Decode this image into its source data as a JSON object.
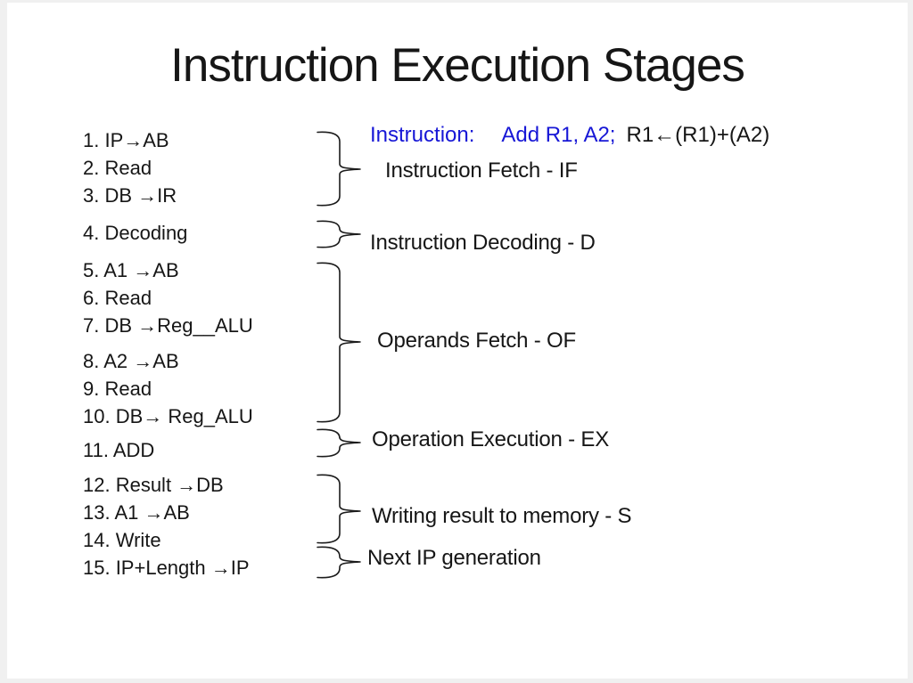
{
  "slide": {
    "title": "Instruction Execution Stages",
    "instruction": {
      "label": "Instruction:",
      "operation": "Add R1, A2;",
      "semantics": "R1←(R1)+(A2)"
    },
    "step_groups": [
      {
        "items": [
          "1. IP→AB",
          "2. Read",
          "3. DB →IR"
        ]
      },
      {
        "items": [
          "4. Decoding"
        ]
      },
      {
        "items": [
          "5. A1 →AB",
          "6. Read",
          "7. DB →Reg__ALU"
        ]
      },
      {
        "items": [
          "8. A2 →AB",
          "9. Read",
          "10. DB→ Reg_ALU"
        ]
      },
      {
        "items": [
          "11. ADD"
        ]
      },
      {
        "items": [
          "12. Result →DB",
          "13. A1 →AB",
          "14. Write",
          "15. IP+Length →IP"
        ]
      }
    ],
    "stages": [
      "Instruction Fetch - IF",
      "Instruction Decoding - D",
      "Operands Fetch - OF",
      "Operation Execution - EX",
      "Writing result to memory - S",
      "Next IP generation"
    ],
    "colors": {
      "accent_blue": "#1717d6",
      "text": "#161616"
    }
  }
}
